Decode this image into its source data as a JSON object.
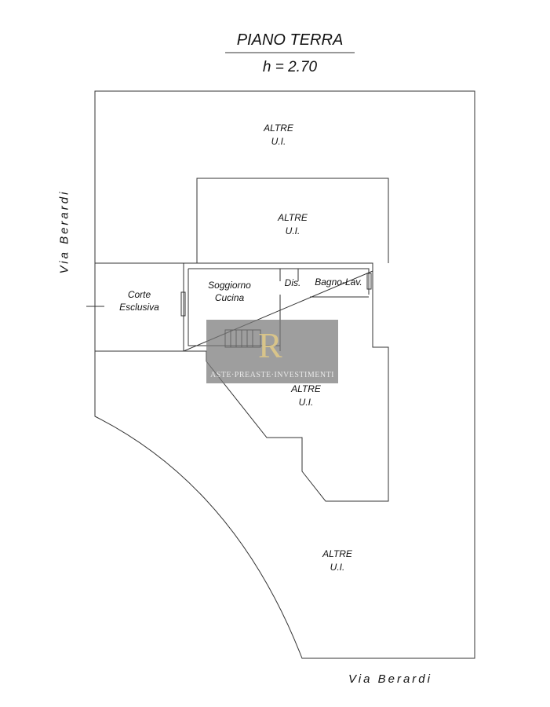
{
  "title": "PIANO TERRA",
  "height_label": "h = 2.70",
  "street_left": "Via Berardi",
  "street_bottom": "Via Berardi",
  "rooms": {
    "altre_top": [
      "ALTRE",
      "U.I."
    ],
    "altre_inner": [
      "ALTRE",
      "U.I."
    ],
    "altre_mid": [
      "ALTRE",
      "U.I."
    ],
    "altre_bottom": [
      "ALTRE",
      "U.I."
    ],
    "corte": [
      "Corte",
      "Esclusiva"
    ],
    "soggiorno": [
      "Soggiorno",
      "Cucina"
    ],
    "dis": "Dis.",
    "bagno": "Bagno-Lav."
  },
  "watermark": {
    "logo": "R",
    "text": "ASTE·PREASTE·INVESTIMENTI"
  }
}
